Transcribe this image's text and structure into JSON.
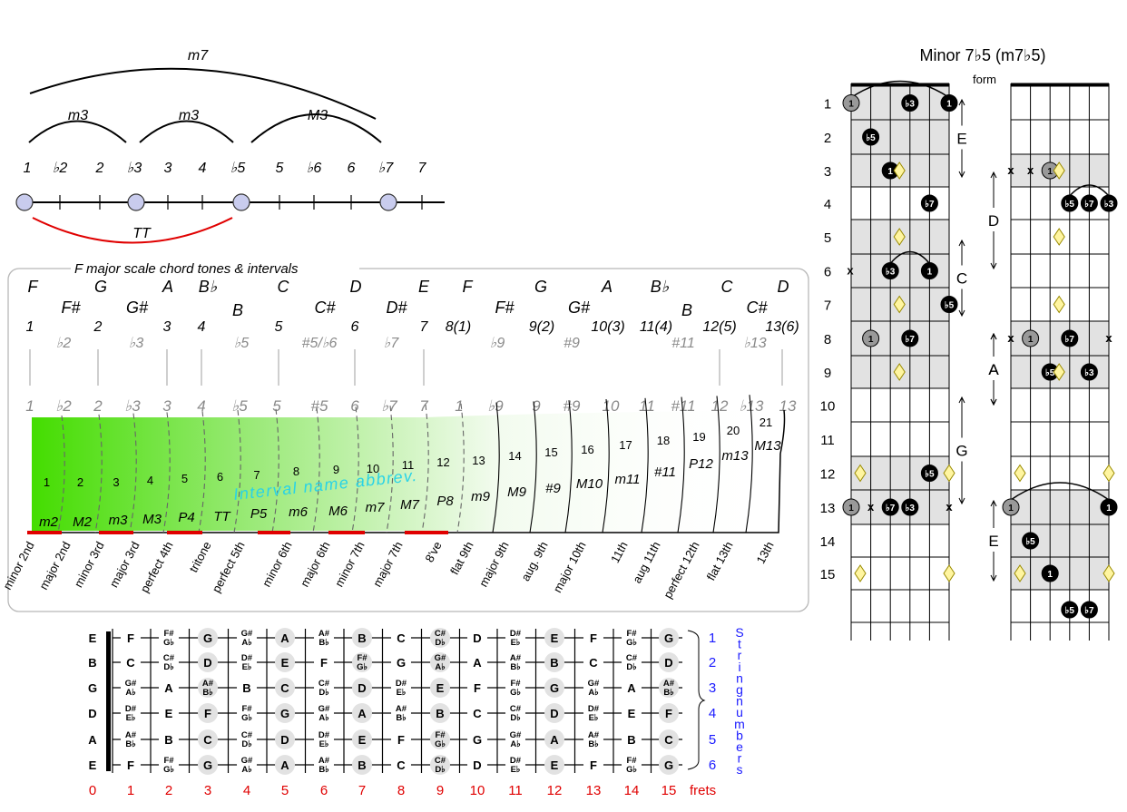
{
  "top_diagram": {
    "arcs": {
      "m7": "m7",
      "m3a": "m3",
      "m3b": "m3",
      "M3": "M3",
      "TT": "TT"
    },
    "degrees": [
      "1",
      "♭2",
      "2",
      "♭3",
      "3",
      "4",
      "♭5",
      "5",
      "♭6",
      "6",
      "♭7",
      "7"
    ]
  },
  "panel": {
    "title": "F major scale chord tones & intervals",
    "notes_row1": [
      "F",
      "G",
      "A",
      "B♭",
      "C",
      "D",
      "E",
      "F",
      "G",
      "A",
      "B♭",
      "C",
      "D"
    ],
    "notes_row2": [
      "F#",
      "G#",
      "B",
      "C#",
      "D#",
      "F#",
      "G#",
      "B",
      "C#"
    ],
    "degrees_main": [
      "1",
      "2",
      "3",
      "4",
      "5",
      "6",
      "7",
      "8(1)",
      "9(2)",
      "10(3)",
      "11(4)",
      "12(5)",
      "13(6)"
    ],
    "degrees_alt": [
      "♭2",
      "♭3",
      "♭5",
      "#5/♭6",
      "♭7",
      "♭9",
      "#9",
      "#11",
      "♭13"
    ],
    "degree_ticks": [
      "1",
      "♭2",
      "2",
      "♭3",
      "3",
      "4",
      "♭5",
      "5",
      "#5",
      "6",
      "♭7",
      "7",
      "1",
      "♭9",
      "9",
      "#9",
      "10",
      "11",
      "#11",
      "12",
      "♭13",
      "13"
    ],
    "semitones": [
      "1",
      "2",
      "3",
      "4",
      "5",
      "6",
      "7",
      "8",
      "9",
      "10",
      "11",
      "12",
      "13",
      "14",
      "15",
      "16",
      "17",
      "18",
      "19",
      "20",
      "21"
    ],
    "abbrevs": [
      "m2",
      "M2",
      "m3",
      "M3",
      "P4",
      "TT",
      "P5",
      "m6",
      "M6",
      "m7",
      "M7",
      "P8",
      "m9",
      "M9",
      "#9",
      "M10",
      "m11",
      "#11",
      "P12",
      "m13",
      "M13"
    ],
    "watermark": "Interval name abbrev.",
    "names": [
      "minor 2nd",
      "major 2nd",
      "minor 3rd",
      "major 3rd",
      "perfect 4th",
      "tritone",
      "perfect 5th",
      "minor 6th",
      "major 6th",
      "minor 7th",
      "major 7th",
      "8've",
      "flat 9th",
      "major 9th",
      "aug. 9th",
      "major 10th",
      "11th",
      "aug 11th",
      "perfect 12th",
      "flat 13th",
      "13th"
    ]
  },
  "fretboard_map": {
    "open_strings": [
      "E",
      "B",
      "G",
      "D",
      "A",
      "E"
    ],
    "rows": [
      [
        "F",
        "F#|G♭",
        "G",
        "G#|A♭",
        "A",
        "A#|B♭",
        "B",
        "C",
        "C#|D♭",
        "D",
        "D#|E♭",
        "E",
        "F",
        "F#|G♭",
        "G"
      ],
      [
        "C",
        "C#|D♭",
        "D",
        "D#|E♭",
        "E",
        "F",
        "F#|G♭",
        "G",
        "G#|A♭",
        "A",
        "A#|B♭",
        "B",
        "C",
        "C#|D♭",
        "D"
      ],
      [
        "G#|A♭",
        "A",
        "A#|B♭",
        "B",
        "C",
        "C#|D♭",
        "D",
        "D#|E♭",
        "E",
        "F",
        "F#|G♭",
        "G",
        "G#|A♭",
        "A",
        "A#|B♭"
      ],
      [
        "D#|E♭",
        "E",
        "F",
        "F#|G♭",
        "G",
        "G#|A♭",
        "A",
        "A#|B♭",
        "B",
        "C",
        "C#|D♭",
        "D",
        "D#|E♭",
        "E",
        "F"
      ],
      [
        "A#|B♭",
        "B",
        "C",
        "C#|D♭",
        "D",
        "D#|E♭",
        "E",
        "F",
        "F#|G♭",
        "G",
        "G#|A♭",
        "A",
        "A#|B♭",
        "B",
        "C"
      ],
      [
        "F",
        "F#|G♭",
        "G",
        "G#|A♭",
        "A",
        "A#|B♭",
        "B",
        "C",
        "C#|D♭",
        "D",
        "D#|E♭",
        "E",
        "F",
        "F#|G♭",
        "G"
      ]
    ],
    "string_numbers": [
      "1",
      "2",
      "3",
      "4",
      "5",
      "6"
    ],
    "string_label": "String numbers",
    "frets": [
      "0",
      "1",
      "2",
      "3",
      "4",
      "5",
      "6",
      "7",
      "8",
      "9",
      "10",
      "11",
      "12",
      "13",
      "14",
      "15"
    ],
    "frets_label": "frets"
  },
  "chord_chart": {
    "title": "Minor 7♭5 (m7♭5)",
    "form_label": "form",
    "fret_numbers": [
      "1",
      "2",
      "3",
      "4",
      "5",
      "6",
      "7",
      "8",
      "9",
      "10",
      "11",
      "12",
      "13",
      "14",
      "15"
    ],
    "left_forms": [
      "E",
      "C",
      "A",
      "G"
    ],
    "right_forms": [
      "D",
      "A",
      "E"
    ],
    "dots": [
      "1",
      "♭3",
      "♭5",
      "♭7"
    ],
    "mute": "x"
  }
}
